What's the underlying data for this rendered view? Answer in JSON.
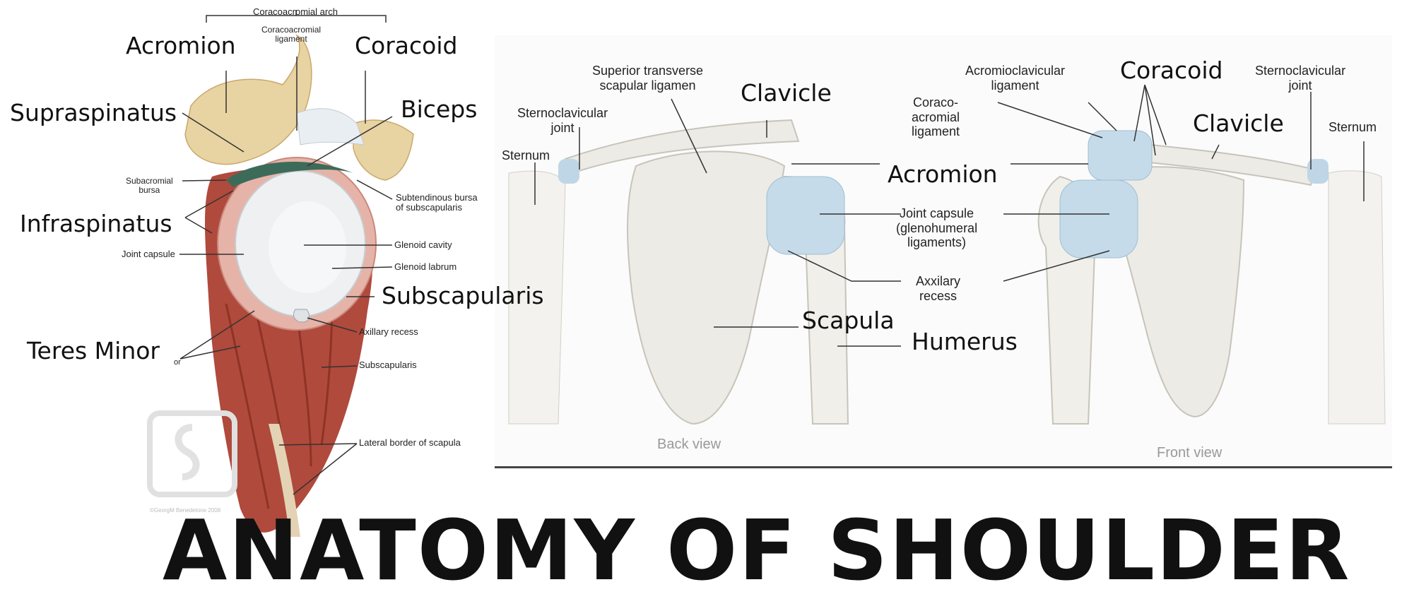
{
  "title": "ANATOMY OF SHOULDER",
  "left_panel": {
    "labels_large": {
      "acromion": "Acromion",
      "coracoid": "Coracoid",
      "supraspinatus": "Supraspinatus",
      "biceps": "Biceps",
      "infraspinatus": "Infraspinatus",
      "subscapularis": "Subscapularis",
      "teres_minor": "Teres Minor"
    },
    "labels_small": {
      "coracoacromial_arch": "Coracoacromial arch",
      "coracoacromial_ligament": "Coracoacromial\nligament",
      "subacromial_bursa": "Subacromial\nbursa",
      "subtendinous_bursa": "Subtendinous bursa\nof subscapularis",
      "glenoid_cavity": "Glenoid cavity",
      "glenoid_labrum": "Glenoid labrum",
      "joint_capsule": "Joint capsule",
      "axillary_recess": "Axillary recess",
      "subscapularis_small": "Subscapularis",
      "lateral_border": "Lateral border of scapula",
      "teres_minor_partial": "or"
    },
    "watermark": "©GeorgM Benedetone 2008"
  },
  "right_panel": {
    "labels_large": {
      "clavicle_back": "Clavicle",
      "coracoid_front": "Coracoid",
      "clavicle_front": "Clavicle",
      "acromion": "Acromion",
      "scapula": "Scapula",
      "humerus": "Humerus"
    },
    "labels_small": {
      "superior_transverse": "Superior transverse\nscapular ligamen",
      "sternoclavicular_back": "Sternoclavicular\njoint",
      "sternum_back": "Sternum",
      "acromioclavicular": "Acromioclavicular\nligament",
      "coraco_acromial": "Coraco-\nacromial\nligament",
      "sternoclavicular_front": "Sternoclavicular\njoint",
      "sternum_front": "Sternum",
      "joint_capsule": "Joint capsule\n(glenohumeral\nligaments)",
      "axillary_recess": "Axxilary\nrecess"
    },
    "view_labels": {
      "back": "Back view",
      "front": "Front view"
    }
  },
  "colors": {
    "bone": "#e8d3a2",
    "muscle": "#b0483a",
    "ligament": "#bcd3e6",
    "cartilage": "#e9ecef",
    "line": "#333333"
  }
}
